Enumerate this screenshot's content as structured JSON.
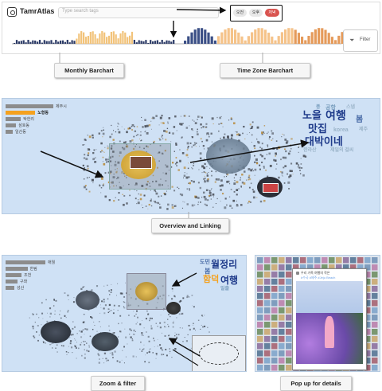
{
  "app": {
    "title": "TamrAtlas",
    "search_placeholder": "Type search tags"
  },
  "timezone_toggles": [
    "오전",
    "오후",
    "저녁"
  ],
  "filter": {
    "label": "Filter"
  },
  "captions": {
    "monthly": "Monthly Barchart",
    "timezone": "Time Zone Barchart",
    "overview": "Overview and Linking",
    "zoom": "Zoom & filter",
    "popup": "Pop up for details"
  },
  "overview": {
    "ranks": [
      {
        "label": "제주시",
        "value": 1.0,
        "highlight": false
      },
      {
        "label": "노형동",
        "value": 0.62,
        "highlight": true
      },
      {
        "label": "탁한리",
        "value": 0.32,
        "highlight": false
      },
      {
        "label": "삼호동",
        "value": 0.22,
        "highlight": false
      },
      {
        "label": "일산동",
        "value": 0.15,
        "highlight": false
      }
    ],
    "wordcloud": [
      "노을",
      "여행",
      "맛집",
      "대박이네",
      "풍",
      "공항",
      "스냅",
      "korea",
      "한라산",
      "제일의 걸씨",
      "봄",
      "제주"
    ]
  },
  "zoom": {
    "ranks": [
      {
        "label": "애월",
        "value": 1.0
      },
      {
        "label": "한림",
        "value": 0.55
      },
      {
        "label": "조천",
        "value": 0.4
      },
      {
        "label": "구좌",
        "value": 0.3
      },
      {
        "label": "성산",
        "value": 0.22
      }
    ],
    "wordcloud": [
      "도민",
      "월정리",
      "봄",
      "함덕",
      "여행",
      "일출"
    ]
  },
  "popup": {
    "line1": "우리 가족 여행의 작은",
    "line2": "#수국 #제주 #Jeju Beach"
  },
  "colors": {
    "accent_orange": "#f4a11f",
    "panel_blue": "#cfe1f5",
    "tz_red": "#d9534f"
  }
}
